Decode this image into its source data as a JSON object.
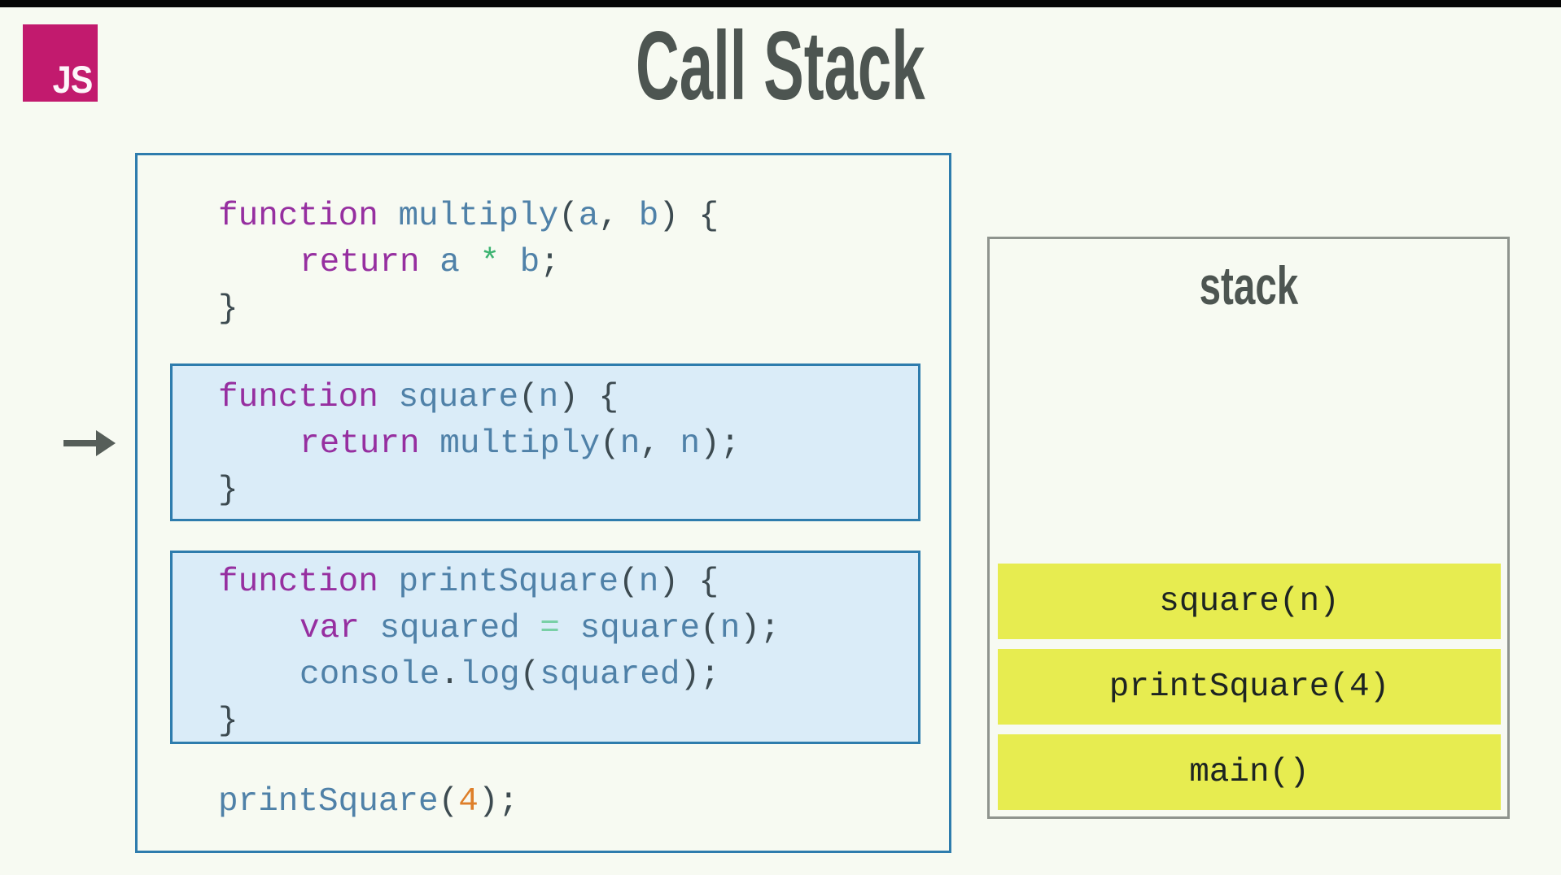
{
  "title": "Call Stack",
  "logo": {
    "text": "JS"
  },
  "code": {
    "lines": [
      {
        "indent": 0,
        "tokens": [
          {
            "c": "kw",
            "t": "function "
          },
          {
            "c": "id",
            "t": "multiply"
          },
          {
            "c": "pu",
            "t": "("
          },
          {
            "c": "id",
            "t": "a"
          },
          {
            "c": "pu",
            "t": ", "
          },
          {
            "c": "id",
            "t": "b"
          },
          {
            "c": "pu",
            "t": ") {"
          }
        ]
      },
      {
        "indent": 1,
        "tokens": [
          {
            "c": "kw",
            "t": "return "
          },
          {
            "c": "id",
            "t": "a "
          },
          {
            "c": "opstar",
            "t": "* "
          },
          {
            "c": "id",
            "t": "b"
          },
          {
            "c": "pu",
            "t": ";"
          }
        ]
      },
      {
        "indent": 0,
        "tokens": [
          {
            "c": "pu",
            "t": "}"
          }
        ]
      },
      {
        "indent": 0,
        "tokens": [
          {
            "c": "kw",
            "t": "function "
          },
          {
            "c": "id",
            "t": "square"
          },
          {
            "c": "pu",
            "t": "("
          },
          {
            "c": "id",
            "t": "n"
          },
          {
            "c": "pu",
            "t": ") {"
          }
        ]
      },
      {
        "indent": 1,
        "tokens": [
          {
            "c": "kw",
            "t": "return "
          },
          {
            "c": "id",
            "t": "multiply"
          },
          {
            "c": "pu",
            "t": "("
          },
          {
            "c": "id",
            "t": "n"
          },
          {
            "c": "pu",
            "t": ", "
          },
          {
            "c": "id",
            "t": "n"
          },
          {
            "c": "pu",
            "t": ");"
          }
        ]
      },
      {
        "indent": 0,
        "tokens": [
          {
            "c": "pu",
            "t": "}"
          }
        ]
      },
      {
        "indent": 0,
        "tokens": [
          {
            "c": "kw",
            "t": "function "
          },
          {
            "c": "id",
            "t": "printSquare"
          },
          {
            "c": "pu",
            "t": "("
          },
          {
            "c": "id",
            "t": "n"
          },
          {
            "c": "pu",
            "t": ") {"
          }
        ]
      },
      {
        "indent": 1,
        "tokens": [
          {
            "c": "kw",
            "t": "var "
          },
          {
            "c": "id",
            "t": "squared "
          },
          {
            "c": "opeq",
            "t": "= "
          },
          {
            "c": "id",
            "t": "square"
          },
          {
            "c": "pu",
            "t": "("
          },
          {
            "c": "id",
            "t": "n"
          },
          {
            "c": "pu",
            "t": ");"
          }
        ]
      },
      {
        "indent": 1,
        "tokens": [
          {
            "c": "id",
            "t": "console"
          },
          {
            "c": "pu",
            "t": "."
          },
          {
            "c": "id",
            "t": "log"
          },
          {
            "c": "pu",
            "t": "("
          },
          {
            "c": "id",
            "t": "squared"
          },
          {
            "c": "pu",
            "t": ");"
          }
        ]
      },
      {
        "indent": 0,
        "tokens": [
          {
            "c": "pu",
            "t": "}"
          }
        ]
      },
      {
        "indent": 0,
        "tokens": [
          {
            "c": "id",
            "t": "printSquare"
          },
          {
            "c": "pu",
            "t": "("
          },
          {
            "c": "num",
            "t": "4"
          },
          {
            "c": "pu",
            "t": ");"
          }
        ]
      }
    ]
  },
  "stack": {
    "label": "stack",
    "frames": [
      "square(n)",
      "printSquare(4)",
      "main()"
    ]
  },
  "colors": {
    "background": "#f7faf2",
    "letterbox": "#060606",
    "heading": "#4d5551",
    "arrow": "#565e59",
    "logo_pink": "#c21a6e",
    "logo_text": "#fdf6fa",
    "box_border_blue": "#2e7cad",
    "highlight_fill": "#daecf8",
    "stack_border_gray": "#8f948e",
    "frame_yellow": "#e7ec50",
    "frame_text": "#1d2422",
    "keyword": "#962fa0",
    "identifier": "#4f81a8",
    "operator_star": "#3cb371",
    "operator_equals": "#79d0a6",
    "number": "#de7f2a",
    "punctuation": "#3c4a50"
  }
}
